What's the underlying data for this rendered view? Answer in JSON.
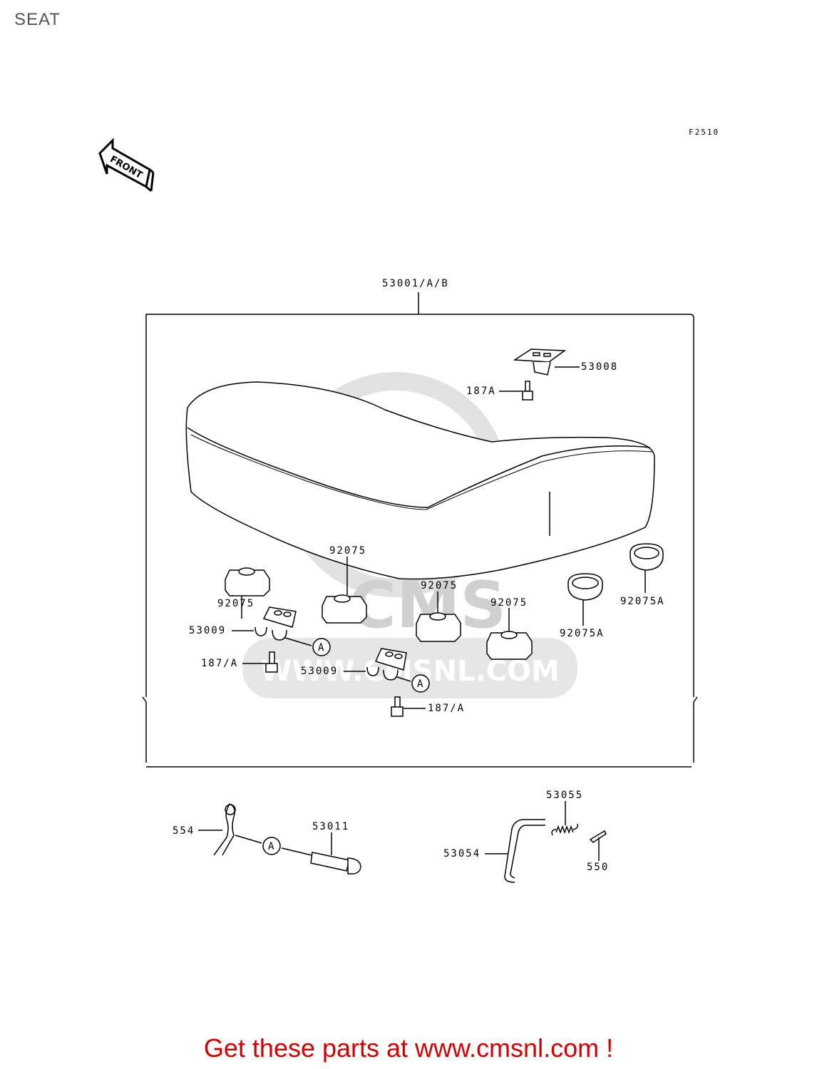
{
  "title": "SEAT",
  "figure_code": "F2510",
  "front_label": "FRONT",
  "watermark": {
    "brand": "CMS",
    "url": "WWW.CMSNL.COM"
  },
  "assembly_label": "53001/A/B",
  "callouts": {
    "c53008": "53008",
    "c187A_top": "187A",
    "c92075_left": "92075",
    "c92075_mid": "92075",
    "c92075_c2": "92075",
    "c92075_c3": "92075",
    "c92075A_mid": "92075A",
    "c92075A_right": "92075A",
    "c53009_a": "53009",
    "c53009_b": "53009",
    "c187slashA_left": "187/A",
    "c187slashA_bottom": "187/A",
    "c554": "554",
    "c53011": "53011",
    "c53055": "53055",
    "c53054": "53054",
    "c550": "550"
  },
  "ref_marker": "A",
  "footer": "Get these parts at www.cmsnl.com !"
}
